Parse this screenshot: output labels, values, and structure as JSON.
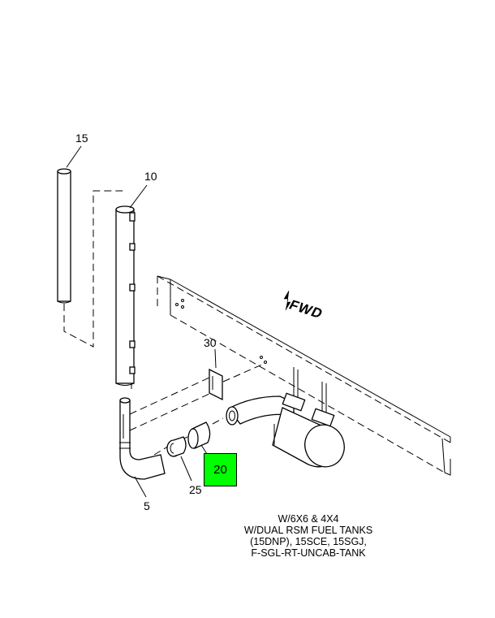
{
  "callouts": {
    "c15": "15",
    "c10": "10",
    "c30": "30",
    "c20": "20",
    "c25": "25",
    "c5": "5"
  },
  "highlight_color": "#00ff00",
  "direction_label": "FWD",
  "caption": {
    "line1": "W/6X6 & 4X4",
    "line2": "W/DUAL RSM FUEL TANKS",
    "line3": "(15DNP), 15SCE, 15SGJ,",
    "line4": "F-SGL-RT-UNCAB-TANK"
  },
  "icons": {
    "direction_arrow": "fwd-arrow-icon"
  }
}
